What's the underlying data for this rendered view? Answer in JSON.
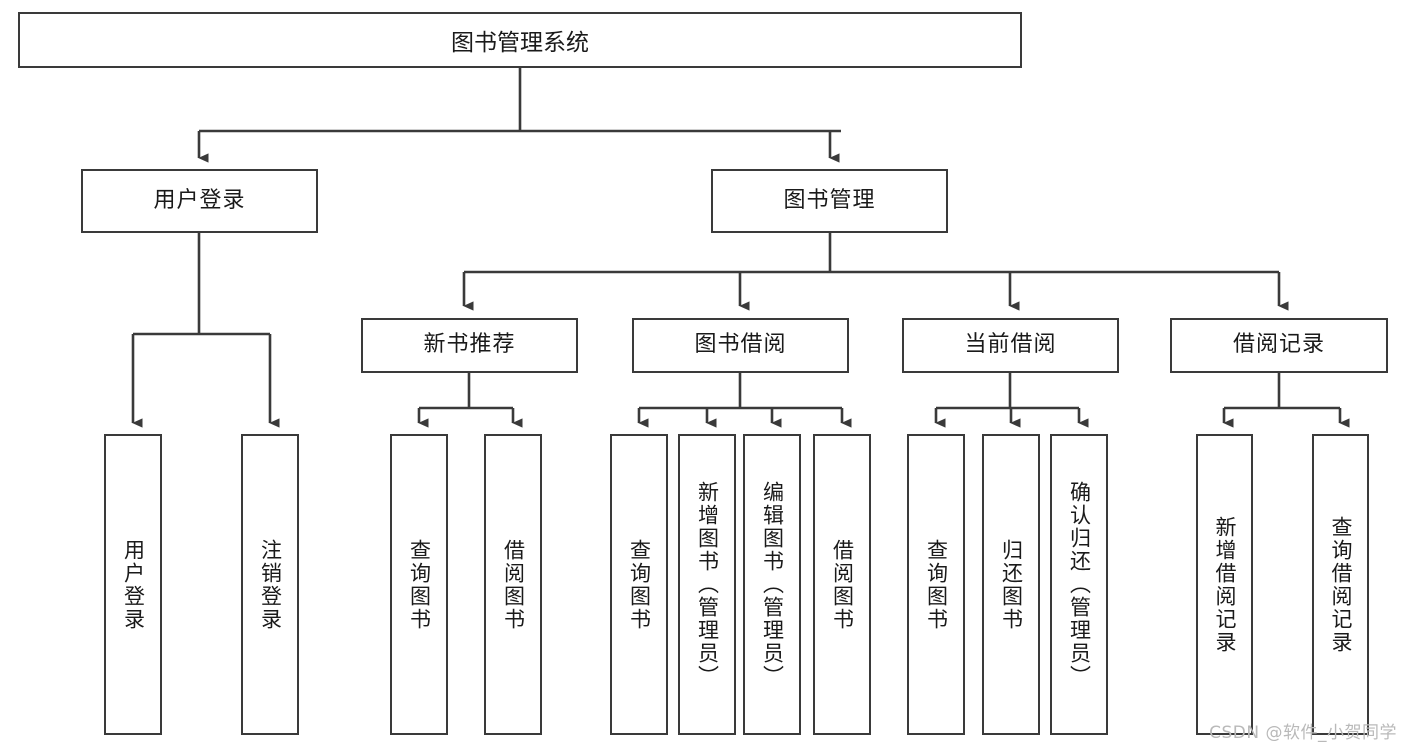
{
  "diagram": {
    "title": "图书管理系统",
    "type": "tree",
    "watermark": "CSDN @软件_小贺同学",
    "colors": {
      "border": "#3a3a3a",
      "background": "#ffffff",
      "text": "#1a1a1a",
      "watermark": "#b9b9b9"
    },
    "nodes": {
      "root": {
        "label": "图书管理系统"
      },
      "level2": [
        {
          "label": "用户登录"
        },
        {
          "label": "图书管理"
        }
      ],
      "level3": [
        {
          "label": "新书推荐"
        },
        {
          "label": "图书借阅"
        },
        {
          "label": "当前借阅"
        },
        {
          "label": "借阅记录"
        }
      ],
      "leaves": {
        "user_login": [
          {
            "label": "用户登录"
          },
          {
            "label": "注销登录"
          }
        ],
        "new_book_recommend": [
          {
            "label": "查询图书"
          },
          {
            "label": "借阅图书"
          }
        ],
        "book_borrow": [
          {
            "label": "查询图书"
          },
          {
            "label": "新增图书（管理员）"
          },
          {
            "label": "编辑图书（管理员）"
          },
          {
            "label": "借阅图书"
          }
        ],
        "current_borrow": [
          {
            "label": "查询图书"
          },
          {
            "label": "归还图书"
          },
          {
            "label": "确认归还（管理员）"
          }
        ],
        "borrow_record": [
          {
            "label": "新增借阅记录"
          },
          {
            "label": "查询借阅记录"
          }
        ]
      }
    }
  }
}
